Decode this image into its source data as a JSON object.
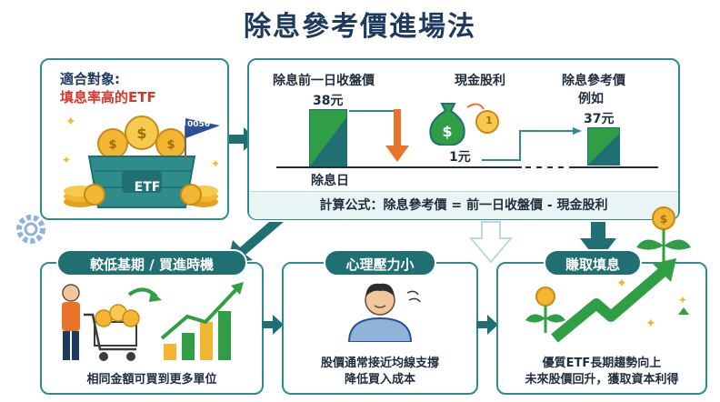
{
  "title": "除息參考價進場法",
  "target": {
    "label": "適合對象:",
    "highlight": "填息率高的ETF",
    "etf_label": "ETF",
    "flag_label": "0056"
  },
  "process": {
    "prev_close_label": "除息前一日收盤價",
    "prev_close_value": "38元",
    "ex_date_label": "除息日",
    "dividend_label": "現金股利",
    "dividend_value": "1元",
    "dividend_coin": "1",
    "ref_price_label_1": "除息參考價",
    "ref_price_label_2": "例如",
    "ref_price_value": "37元",
    "formula": "計算公式：除息參考價 = 前一日收盤價 - 現金股利"
  },
  "steps": [
    {
      "tag": "較低基期 / 買進時機",
      "caption": "相同金額可買到更多單位"
    },
    {
      "tag": "心理壓力小",
      "caption_1": "股價通常接近均線支撐",
      "caption_2": "降低買入成本"
    },
    {
      "tag": "賺取填息",
      "caption_1": "優質ETF長期趨勢向上",
      "caption_2": "未來股價回升，獲取資本利得"
    }
  ],
  "colors": {
    "teal": "#1f6f73",
    "border": "#2e8c8a",
    "red_highlight": "#d9362b",
    "green": "#2f9e44",
    "gold": "#f2b632",
    "orange": "#e8742a"
  }
}
